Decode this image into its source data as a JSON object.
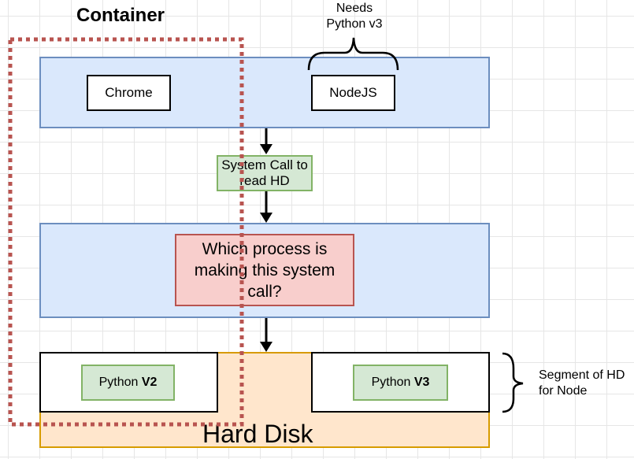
{
  "title": "Container",
  "needs_note": [
    "Needs",
    "Python v3"
  ],
  "top_layer": {
    "chrome": "Chrome",
    "nodejs": "NodeJS"
  },
  "syscall": [
    "System Call to",
    "read HD"
  ],
  "kernel_question": [
    "Which process is",
    "making this system",
    "call?"
  ],
  "disk": {
    "label": "Hard Disk",
    "segment1": {
      "prefix": "Python ",
      "version": "V2"
    },
    "segment2": {
      "prefix": "Python ",
      "version": "V3"
    }
  },
  "segment_note": [
    "Segment of HD",
    "for Node"
  ],
  "colors": {
    "blue_fill": "#dae8fc",
    "blue_stroke": "#6c8ebf",
    "green_fill": "#d5e8d4",
    "red_fill": "#f8cecc",
    "orange_fill": "#ffe6cc",
    "container_dash": "#b85450"
  }
}
